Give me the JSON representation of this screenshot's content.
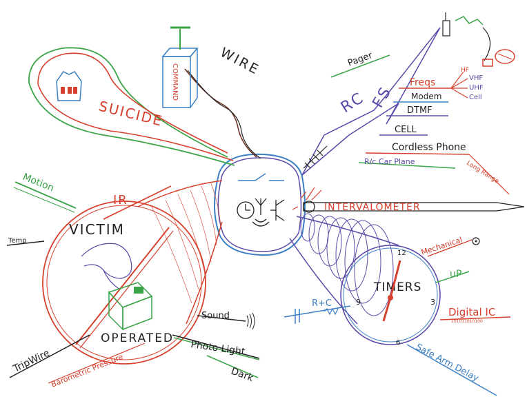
{
  "center": {
    "symbol_hint": "circuit-symbols"
  },
  "branches": {
    "wire": "WIRE",
    "command": "COMMAND",
    "suicide": "SUICIDE",
    "motion": "Motion",
    "ir": "IR",
    "victim": "VICTIM",
    "operated": "OPERATED",
    "temp": "Temp",
    "tripwire": "TripWire",
    "barometric": "Barometric Pressure",
    "sound": "Sound",
    "photo_light": "Photo Light",
    "dark": "Dark",
    "rc": "RC",
    "fs": "FS",
    "pager": "Pager",
    "freqs": "Freqs",
    "hf": "HF",
    "vhf": "VHF",
    "uhf": "UHF",
    "cell_small": "Cell",
    "modem": "Modem",
    "dtmf": "DTMF",
    "cell": "CELL",
    "cordless_phone": "Cordless Phone",
    "long_range": "Long Range",
    "rc_car_plane": "R/c Car Plane",
    "intervalometer": "INTERVALOMETER",
    "timers": "TIMERS",
    "mechanical": "Mechanical",
    "up": "uP",
    "digital_ic": "Digital IC",
    "digital_sub": "101011010100",
    "rc_timer": "R+C",
    "safe_arm_delay": "Safe Arm Delay",
    "clock_12": "12",
    "clock_9": "9",
    "clock_3": "3",
    "clock_6": "6"
  },
  "colors": {
    "red": "#d6402c",
    "green": "#3aa447",
    "blue": "#3a7fc4",
    "purple": "#5a4aa8",
    "black": "#222222",
    "brown": "#8a3a2a"
  }
}
